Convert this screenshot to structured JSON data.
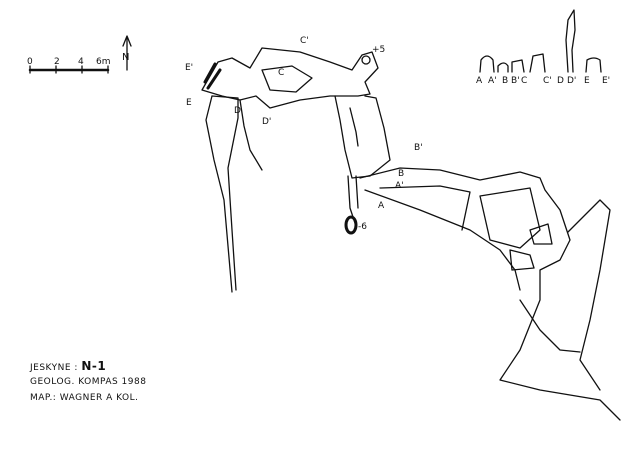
{
  "scale_bar": {
    "ticks": [
      "0",
      "2",
      "4",
      "6m"
    ]
  },
  "north_arrow": {
    "label": "N"
  },
  "legend_profiles": [
    "A",
    "A'",
    "B",
    "B'",
    "C",
    "C'",
    "D",
    "D'",
    "E",
    "E'"
  ],
  "section_labels": {
    "A": "A",
    "A_prime": "A'",
    "B": "B",
    "B_prime": "B'",
    "C": "C",
    "C_prime": "C'",
    "D": "D",
    "D_prime": "D'",
    "E": "E",
    "E_prime": "E'"
  },
  "depth_marks": {
    "top": "+5",
    "shaft": "-6"
  },
  "info_block": {
    "cave_prefix": "JESKYNE :",
    "cave_id": "N-1",
    "survey": "GEOLOG. KOMPAS 1988",
    "map": "MAP.: WAGNER A KOL."
  },
  "colors": {
    "ink": "#111111",
    "paper": "#ffffff"
  }
}
